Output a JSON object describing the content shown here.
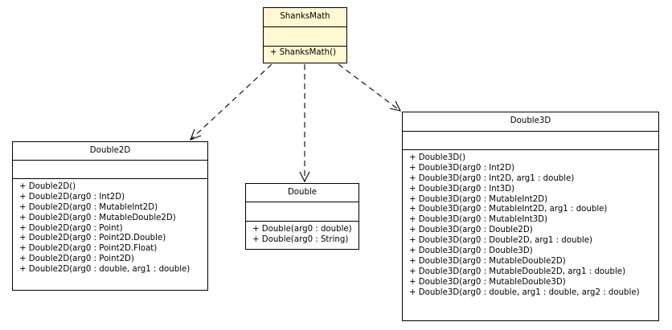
{
  "classes": {
    "shanks_math": {
      "name": "ShanksMath",
      "operations": [
        "+ ShanksMath()"
      ]
    },
    "double2d": {
      "name": "Double2D",
      "operations": [
        "+ Double2D()",
        "+ Double2D(arg0 : Int2D)",
        "+ Double2D(arg0 : MutableInt2D)",
        "+ Double2D(arg0 : MutableDouble2D)",
        "+ Double2D(arg0 : Point)",
        "+ Double2D(arg0 : Point2D.Double)",
        "+ Double2D(arg0 : Point2D.Float)",
        "+ Double2D(arg0 : Point2D)",
        "+ Double2D(arg0 : double, arg1 : double)"
      ]
    },
    "double": {
      "name": "Double",
      "operations": [
        "+ Double(arg0 : double)",
        "+ Double(arg0 : String)"
      ]
    },
    "double3d": {
      "name": "Double3D",
      "operations": [
        "+ Double3D()",
        "+ Double3D(arg0 : Int2D)",
        "+ Double3D(arg0 : Int2D, arg1 : double)",
        "+ Double3D(arg0 : Int3D)",
        "+ Double3D(arg0 : MutableInt2D)",
        "+ Double3D(arg0 : MutableInt2D, arg1 : double)",
        "+ Double3D(arg0 : MutableInt3D)",
        "+ Double3D(arg0 : Double2D)",
        "+ Double3D(arg0 : Double2D, arg1 : double)",
        "+ Double3D(arg0 : Double3D)",
        "+ Double3D(arg0 : MutableDouble2D)",
        "+ Double3D(arg0 : MutableDouble2D, arg1 : double)",
        "+ Double3D(arg0 : MutableDouble3D)",
        "+ Double3D(arg0 : double, arg1 : double, arg2 : double)"
      ]
    }
  },
  "dependencies": [
    {
      "from": "ShanksMath",
      "to": "Double2D"
    },
    {
      "from": "ShanksMath",
      "to": "Double"
    },
    {
      "from": "ShanksMath",
      "to": "Double3D"
    }
  ],
  "colors": {
    "focus_class_fill": "#fff8d0",
    "class_fill": "#ffffff",
    "line": "#000000"
  }
}
